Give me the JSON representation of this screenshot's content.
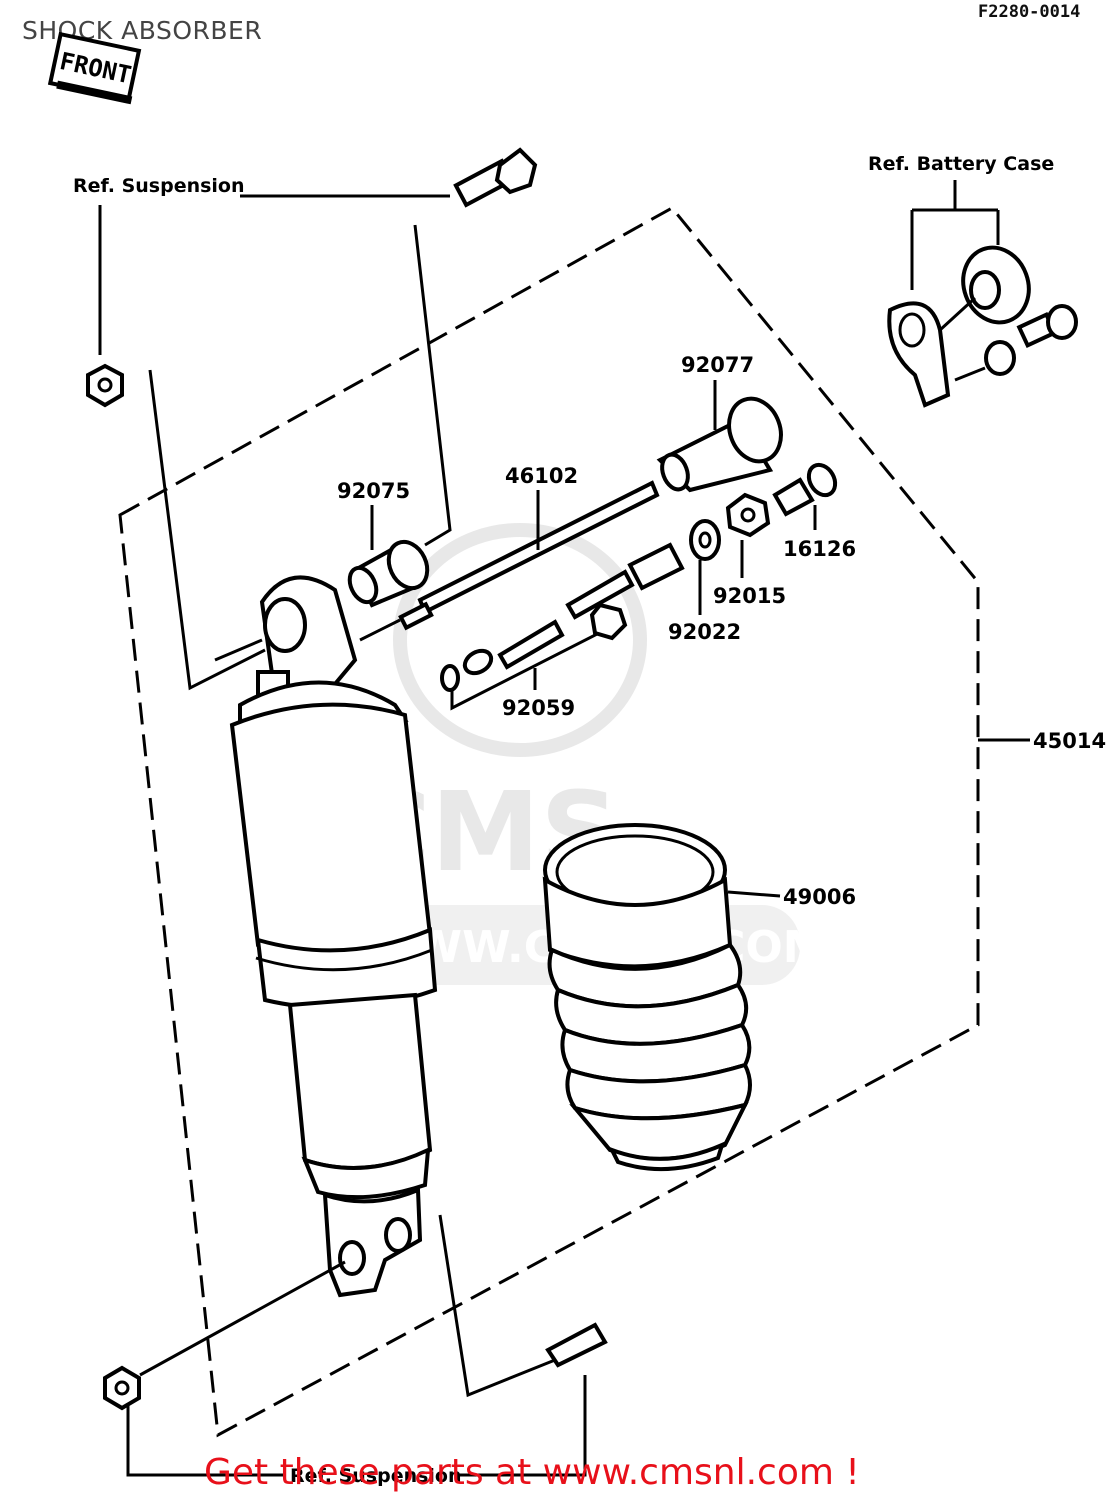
{
  "header": {
    "title": "SHOCK ABSORBER",
    "diagram_code": "F2280-0014",
    "front_badge": "FRONT"
  },
  "references": {
    "suspension_top": "Ref. Suspension",
    "battery_case": "Ref. Battery Case",
    "suspension_bottom": "Ref. Suspension"
  },
  "parts": {
    "p92077": "92077",
    "p92075": "92075",
    "p46102": "46102",
    "p16126": "16126",
    "p92015": "92015",
    "p92022": "92022",
    "p92059": "92059",
    "p45014": "45014",
    "p49006": "49006"
  },
  "watermark": {
    "logo": "CMS",
    "url": "WWW.CMSNL.COM"
  },
  "footer": {
    "text": "Get these parts at www.cmsnl.com !"
  }
}
